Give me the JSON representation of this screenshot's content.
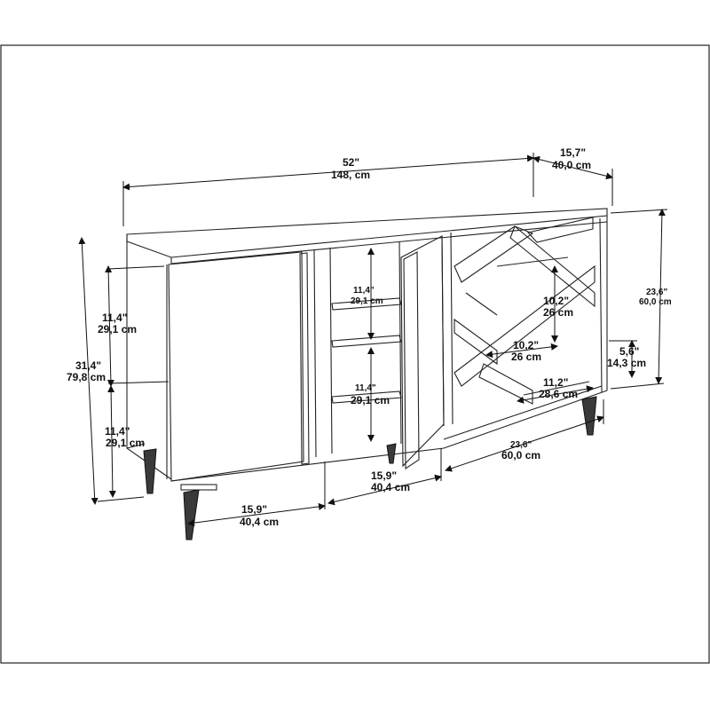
{
  "dimensions": {
    "width": {
      "in": "52\"",
      "cm": "148, cm"
    },
    "depth": {
      "in": "15,7\"",
      "cm": "40,0 cm"
    },
    "height": {
      "in": "31,4\"",
      "cm": "79,8 cm"
    },
    "left_upper": {
      "in": "11,4\"",
      "cm": "29,1 cm"
    },
    "left_lower": {
      "in": "11,4\"",
      "cm": "29,1 cm"
    },
    "shelf_upper": {
      "in": "11,4\"",
      "cm": "29,1 cm"
    },
    "shelf_lower": {
      "in": "11,4\"",
      "cm": "29,1 cm"
    },
    "left_door_width": {
      "in": "15,9\"",
      "cm": "40,4 cm"
    },
    "mid_door_width": {
      "in": "15,9\"",
      "cm": "40,4 cm"
    },
    "wine_width": {
      "in": "23,6\"",
      "cm": "60,0 cm"
    },
    "side_height": {
      "in": "23,6\"",
      "cm": "60,0 cm"
    },
    "leg_height": {
      "in": "5,6\"",
      "cm": "14,3 cm"
    },
    "rack_upper": {
      "in": "10,2\"",
      "cm": "26 cm"
    },
    "rack_mid": {
      "in": "10,2\"",
      "cm": "26 cm"
    },
    "rack_bottom": {
      "in": "11,2\"",
      "cm": "28,6 cm"
    }
  }
}
